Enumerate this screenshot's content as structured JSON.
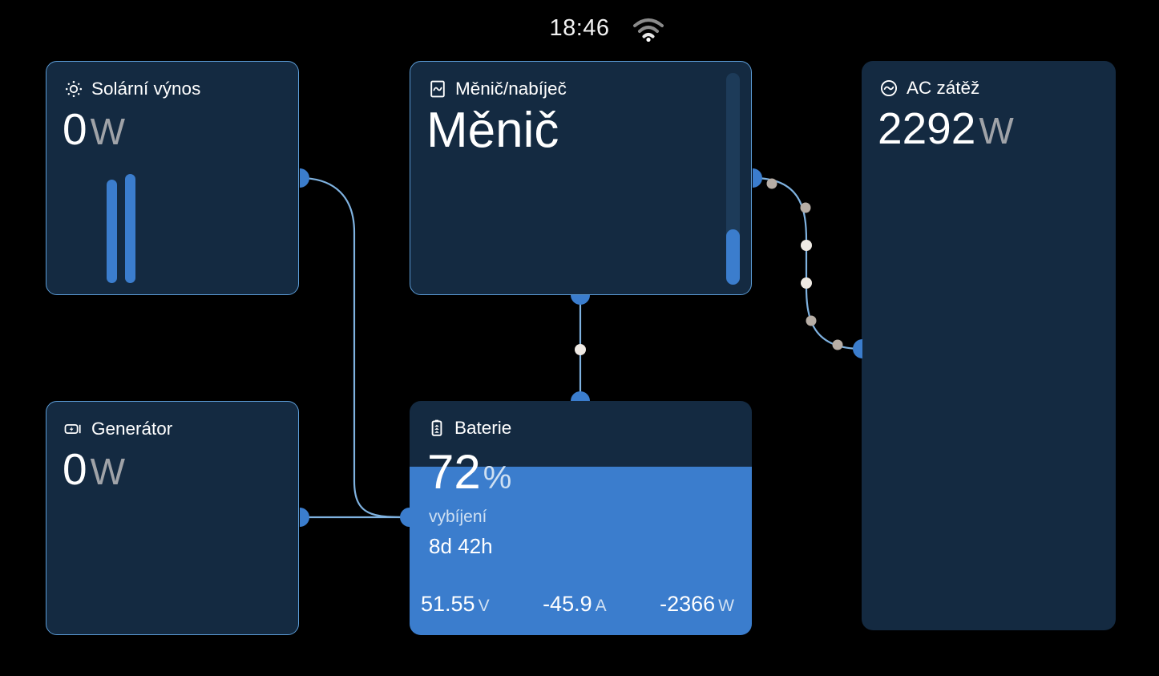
{
  "statusbar": {
    "time": "18:46",
    "wifi_icon": "wifi-icon"
  },
  "theme": {
    "background": "#000000",
    "card_background": "#142a41",
    "card_border": "#5b9bd5",
    "accent_blue": "#3b7dcd",
    "bar_track": "#1d3b59",
    "text_primary": "#ffffff",
    "unit_gray": "#a0a3a8",
    "wire": "#7fb2e0",
    "flow_dot": "#efeae4"
  },
  "cards": {
    "solar": {
      "icon": "sun-icon",
      "title": "Solární výnos",
      "value": "0",
      "unit": "W",
      "bars": [
        {
          "name": "string-1",
          "height_pct": 45
        },
        {
          "name": "string-2",
          "height_pct": 50
        }
      ]
    },
    "generator": {
      "icon": "generator-icon",
      "title": "Generátor",
      "value": "0",
      "unit": "W"
    },
    "inverter": {
      "icon": "inverter-icon",
      "title": "Měnič/nabíječ",
      "value": "Měnič",
      "unit": "",
      "load_bar_pct": 26
    },
    "battery": {
      "icon": "battery-icon",
      "title": "Baterie",
      "soc": "72",
      "soc_unit": "%",
      "state": "vybíjení",
      "time_remaining": "8d 42h",
      "fill_pct": 72,
      "metrics": [
        {
          "name": "voltage",
          "value": "51.55",
          "unit": "V"
        },
        {
          "name": "current",
          "value": "-45.9",
          "unit": "A"
        },
        {
          "name": "power",
          "value": "-2366",
          "unit": "W"
        }
      ]
    },
    "ac_load": {
      "icon": "ac-load-icon",
      "title": "AC zátěž",
      "value": "2292",
      "unit": "W"
    }
  },
  "flows": [
    {
      "name": "solar-to-battery-bus",
      "active": false
    },
    {
      "name": "generator-to-battery-bus",
      "active": false
    },
    {
      "name": "inverter-to-battery",
      "active": true,
      "dots": 1
    },
    {
      "name": "inverter-to-ac-load",
      "active": true,
      "dots": 5
    }
  ]
}
